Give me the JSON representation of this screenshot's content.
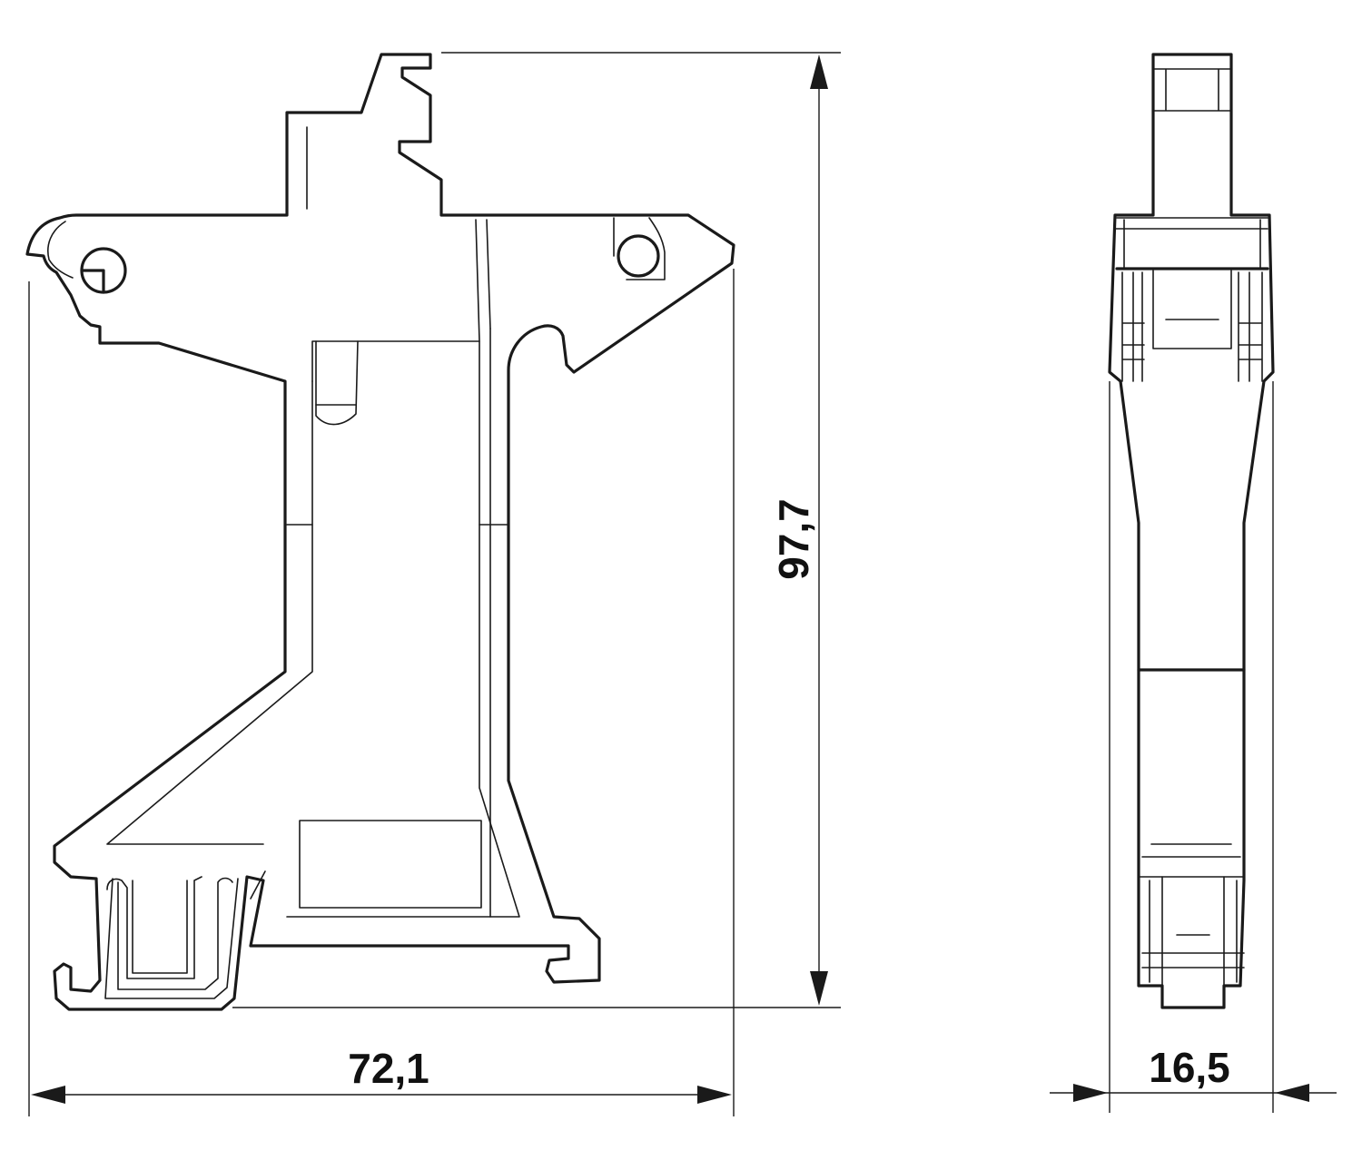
{
  "dimensions": {
    "width": {
      "label": "72,1"
    },
    "height": {
      "label": "97,7"
    },
    "thickness": {
      "label": "16,5"
    }
  },
  "colors": {
    "line": "#1a1a1a",
    "background": "#ffffff"
  }
}
